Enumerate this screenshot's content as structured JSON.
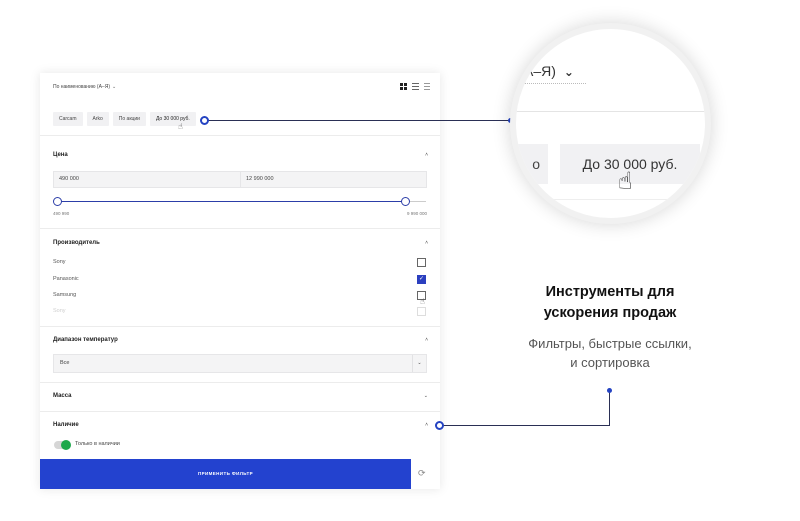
{
  "sort": {
    "label": "По наименованию (А–Я)",
    "chevron": "⌄"
  },
  "chips": [
    "Carcam",
    "Arko",
    "По акции",
    "До 30 000 руб."
  ],
  "price": {
    "title": "Цена",
    "min": "490 000",
    "max": "12 990 000",
    "range_min": "490 990",
    "range_max": "9 990 000"
  },
  "brands": {
    "title": "Производитель",
    "items": [
      {
        "label": "Sony",
        "checked": false
      },
      {
        "label": "Panasonic",
        "checked": true
      },
      {
        "label": "Samsung",
        "checked": false
      },
      {
        "label": "Sony",
        "checked": false
      }
    ]
  },
  "temperature": {
    "title": "Диапазон температур",
    "value": "Все"
  },
  "mass": {
    "title": "Масса"
  },
  "availability": {
    "title": "Наличие",
    "toggle_label": "Только в наличии",
    "toggle_on": true
  },
  "apply_label": "ПРИМЕНИТЬ ФИЛЬТР",
  "magnifier": {
    "sort_text": "А–Я)",
    "chip_partial": "о",
    "chip_text": "До 30 000 руб."
  },
  "feature": {
    "title_line1": "Инструменты для",
    "title_line2": "ускорения продаж",
    "desc_line1": "Фильтры, быстрые ссылки,",
    "desc_line2": "и сортировка"
  },
  "colors": {
    "accent": "#2342cf",
    "toggle_green": "#1ea84b"
  },
  "icons": [
    "grid-view-icon",
    "list-view-icon",
    "compact-list-icon",
    "hand-cursor-icon",
    "reset-icon",
    "chevron-up-icon",
    "chevron-down-icon"
  ]
}
